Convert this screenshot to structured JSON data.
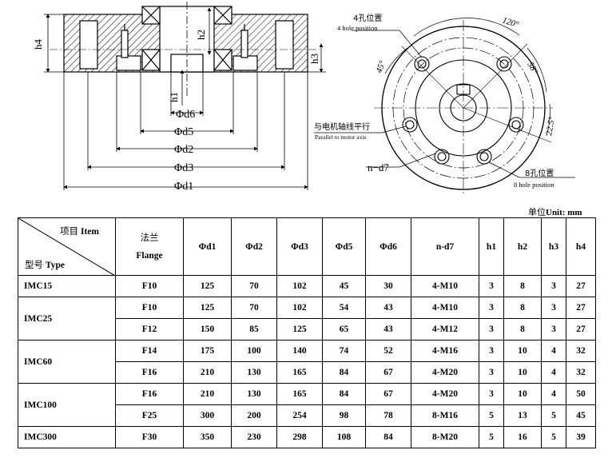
{
  "drawing": {
    "section_labels": {
      "h4": "h4",
      "h2": "h2",
      "h3": "h3",
      "h1": "h1",
      "d6": "Φd6",
      "d5": "Φd5",
      "d2": "Φd2",
      "d3": "Φd3",
      "d1": "Φd1"
    },
    "front_labels": {
      "hole4_cn": "4孔位置",
      "hole4_en": "4 hole position",
      "angle120": "120°",
      "angle45": "45°",
      "angle58": "58°",
      "angle225": "22.5°",
      "parallel_cn": "与电机轴线平行",
      "parallel_en": "Parallel to motor axis",
      "nd7": "n−d7",
      "hole8_cn": "8孔位置",
      "hole8_en": "8 hole position"
    }
  },
  "unit": {
    "cn": "单位",
    "en": "Unit: mm"
  },
  "table": {
    "header": {
      "item_cn": "项目",
      "item_en": "Item",
      "type_cn": "型号",
      "type_en": "Type",
      "flange_cn": "法兰",
      "flange_en": "Flange",
      "cols": [
        "Φd1",
        "Φd2",
        "Φd3",
        "Φd5",
        "Φd6",
        "n-d7",
        "h1",
        "h2",
        "h3",
        "h4"
      ]
    },
    "groups": [
      {
        "type": "IMC15",
        "rows": [
          {
            "flange": "F10",
            "v": [
              "125",
              "70",
              "102",
              "45",
              "30",
              "4-M10",
              "3",
              "8",
              "3",
              "27"
            ]
          }
        ]
      },
      {
        "type": "IMC25",
        "rows": [
          {
            "flange": "F10",
            "v": [
              "125",
              "70",
              "102",
              "54",
              "43",
              "4-M10",
              "3",
              "8",
              "3",
              "27"
            ]
          },
          {
            "flange": "F12",
            "v": [
              "150",
              "85",
              "125",
              "65",
              "43",
              "4-M12",
              "3",
              "8",
              "3",
              "27"
            ]
          }
        ]
      },
      {
        "type": "IMC60",
        "rows": [
          {
            "flange": "F14",
            "v": [
              "175",
              "100",
              "140",
              "74",
              "52",
              "4-M16",
              "3",
              "10",
              "4",
              "32"
            ]
          },
          {
            "flange": "F16",
            "v": [
              "210",
              "130",
              "165",
              "84",
              "67",
              "4-M20",
              "3",
              "10",
              "4",
              "32"
            ]
          }
        ]
      },
      {
        "type": "IMC100",
        "rows": [
          {
            "flange": "F16",
            "v": [
              "210",
              "130",
              "165",
              "84",
              "67",
              "4-M20",
              "3",
              "10",
              "4",
              "50"
            ]
          },
          {
            "flange": "F25",
            "v": [
              "300",
              "200",
              "254",
              "98",
              "78",
              "8-M16",
              "5",
              "13",
              "5",
              "45"
            ]
          }
        ]
      },
      {
        "type": "IMC300",
        "rows": [
          {
            "flange": "F30",
            "v": [
              "350",
              "230",
              "298",
              "108",
              "84",
              "8-M20",
              "5",
              "16",
              "5",
              "39"
            ]
          }
        ]
      }
    ]
  }
}
